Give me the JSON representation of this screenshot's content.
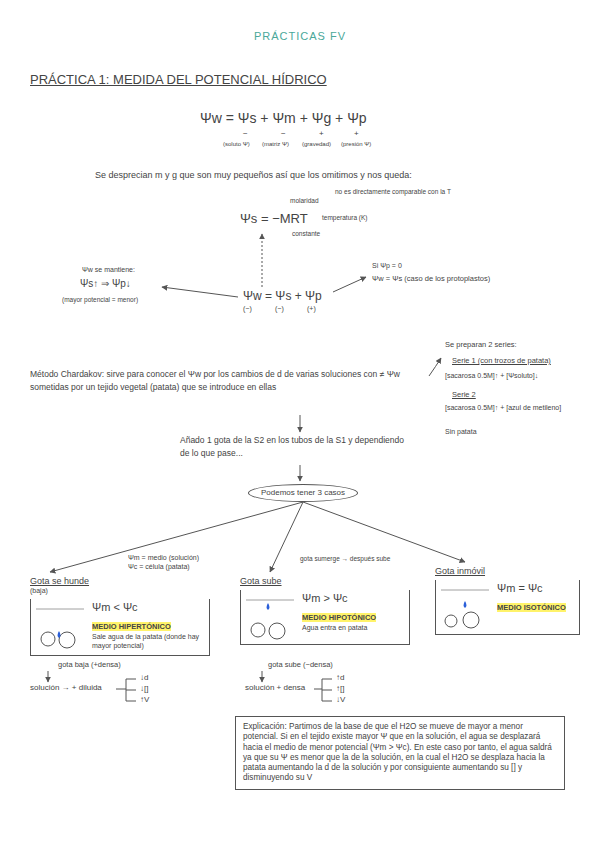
{
  "diagram": {
    "title": "PRÁCTICAS FV",
    "nodes": [
      {
        "text": [
          "Podemos tener 3 casos"
        ]
      },
      {
        "text": [
          "Gota se hunde",
          "(baja)",
          "Ψm < Ψc",
          "MEDIO HIPERTÓNICO",
          "Sale agua de la patata (donde hay mayor potencial)"
        ]
      },
      {
        "text": [
          "Gota sube",
          "Ψm > Ψc",
          "MEDIO HIPOTÓNICO",
          "Agua entra en patata"
        ]
      },
      {
        "text": [
          "Gota inmóvil",
          "Ψm = Ψc",
          "MEDIO ISOTÓNICO"
        ]
      },
      {
        "text": [
          "Explicación: Partimos de la base de que el H2O se mueve de mayor a menor potencial. Si en el tejido existe mayor Ψ que en la solución, el agua se desplazará hacia el medio de menor potencial (Ψm > Ψc). En este caso por tanto, el agua saldrá ya que su Ψ es menor que la de la solución, en la cual el H2O se desplaza hacia la patata aumentando la d de la solución y por consiguiente aumentando su [] y disminuyendo su V"
        ]
      }
    ],
    "edges": [
      {
        "from": 0,
        "to": 1,
        "arrow": "to"
      },
      {
        "from": 0,
        "to": 2,
        "arrow": "to"
      },
      {
        "from": 0,
        "to": 3,
        "arrow": "to"
      }
    ],
    "labels": [
      "PRÁCTICA 1: MEDIDA DEL POTENCIAL HÍDRICO",
      "Ψw = Ψs + Ψm + Ψg + Ψp",
      "−",
      "−",
      "+",
      "+",
      "(soluto Ψ)",
      "(matriz Ψ)",
      "(gravedad)",
      "(presión Ψ)",
      "Se desprecian m y g que son muy pequeños así que los omitimos y nos queda:",
      "Ψs = −MRT",
      "molaridad",
      "no es directamente comparable con la T",
      "temperatura (K)",
      "constante",
      "Ψw = Ψs + Ψp",
      "(−)",
      "(−)",
      "(+)",
      "Ψw se mantiene:",
      "Ψs↑ ⇒ Ψp↓",
      "(mayor potencial = menor)",
      "Si Ψp = 0",
      "Ψw = Ψs (caso de los protoplastos)",
      "Método Chardakov: sirve para conocer el Ψw por los cambios de d de varias soluciones con ≠ Ψw sometidas por un tejido vegetal (patata) que se introduce en ellas",
      "Se preparan 2 series:",
      "Serie 1 (con trozos de patata)",
      "[sacarosa 0.5M]↑ + [Ψsoluto]↓",
      "Serie 2",
      "[sacarosa 0.5M]↑ + [azul de metileno]",
      "Sin patata",
      "Añado 1 gota de la S2 en los tubos de la S1 y dependiendo de lo que pase...",
      "Ψm = medio (solución)",
      "Ψc = célula (patata)",
      "gota sumerge → después sube",
      "gota baja (+densa)",
      "solución → + diluida",
      "↓d",
      "↓[]",
      "↑V",
      "gota sube (−densa)",
      "solución + densa",
      "↑d",
      "↑[]",
      "↓V"
    ]
  }
}
